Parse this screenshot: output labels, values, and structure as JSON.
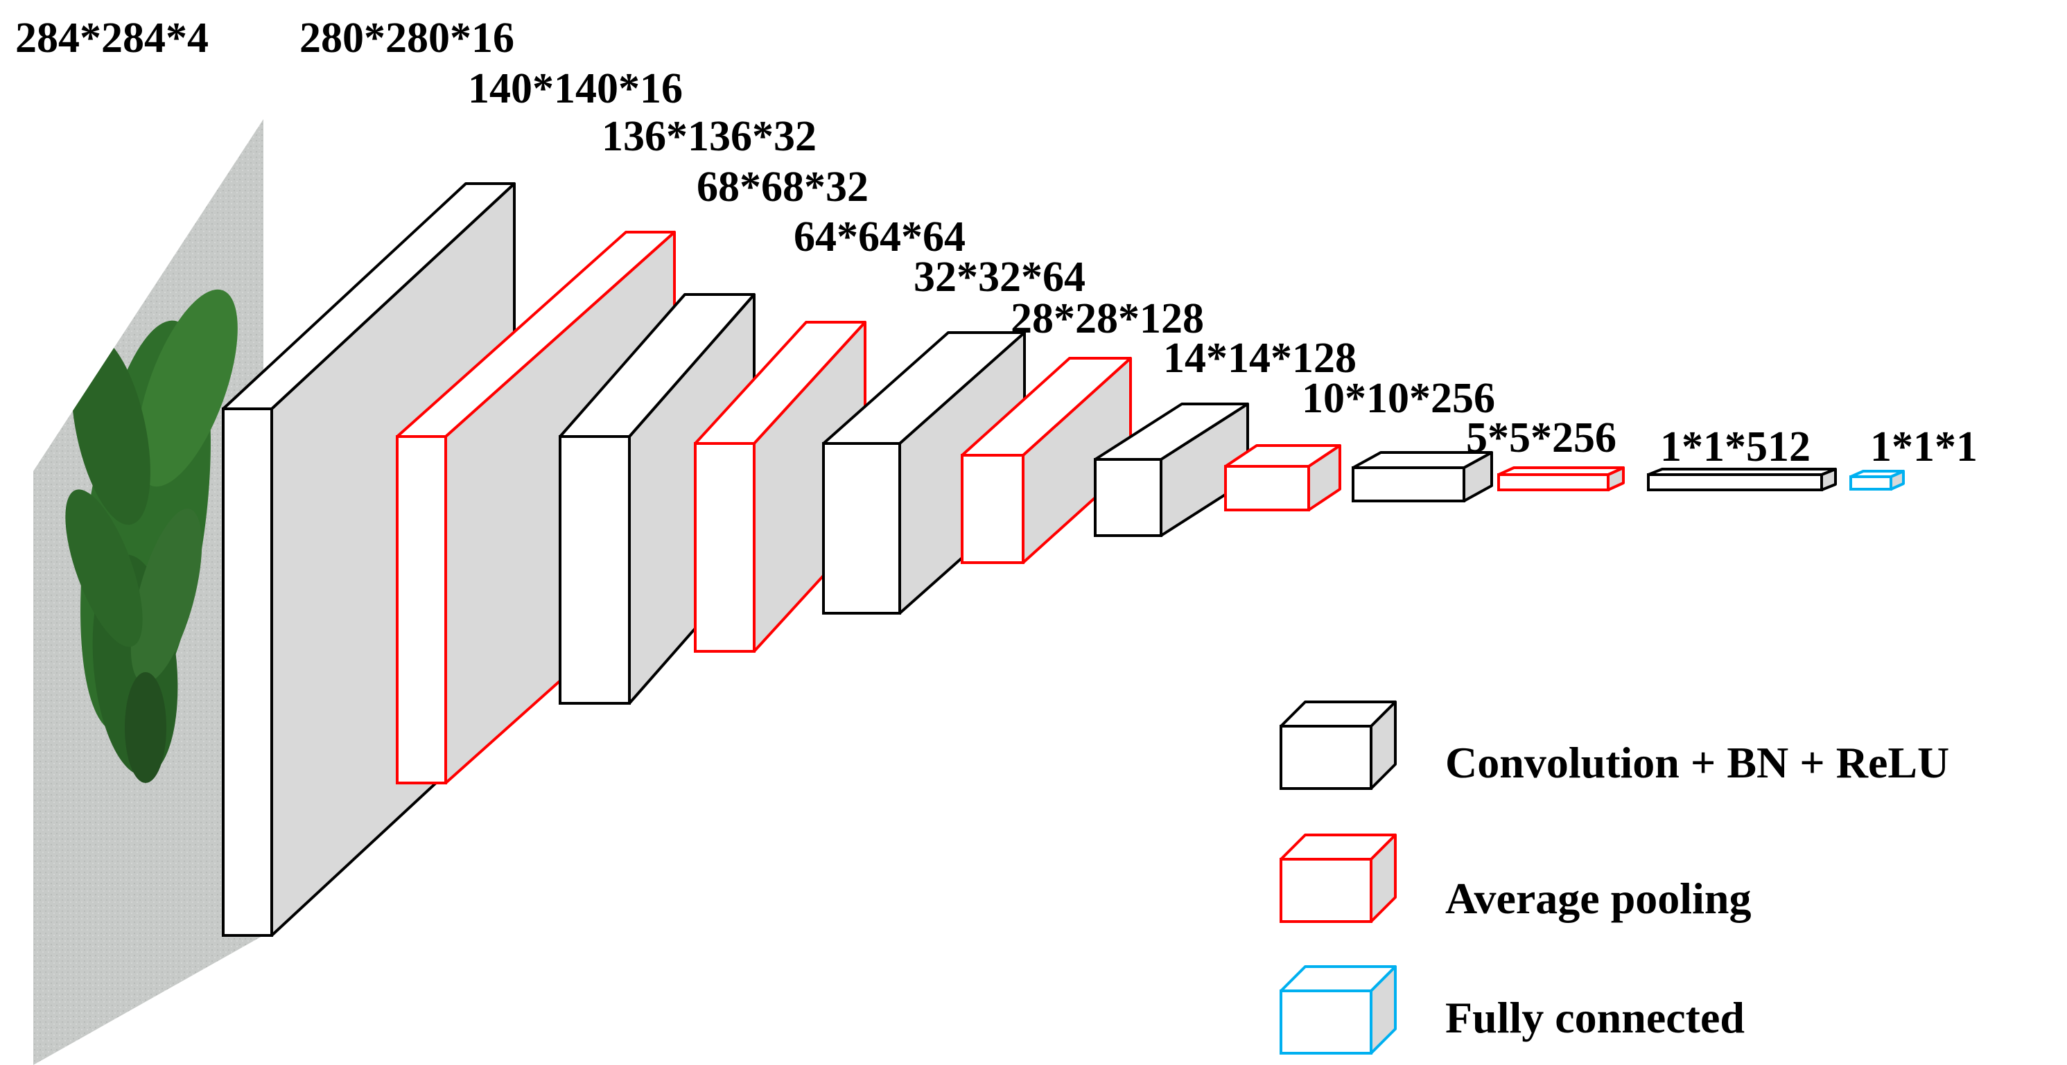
{
  "input_image": {
    "icon": "plant-photo-icon",
    "label": "284*284*4"
  },
  "layers": [
    {
      "label": "280*280*16",
      "kind": "conv"
    },
    {
      "label": "140*140*16",
      "kind": "pool"
    },
    {
      "label": "136*136*32",
      "kind": "conv"
    },
    {
      "label": "68*68*32",
      "kind": "pool"
    },
    {
      "label": "64*64*64",
      "kind": "conv"
    },
    {
      "label": "32*32*64",
      "kind": "pool"
    },
    {
      "label": "28*28*128",
      "kind": "conv"
    },
    {
      "label": "14*14*128",
      "kind": "pool"
    },
    {
      "label": "10*10*256",
      "kind": "conv"
    },
    {
      "label": "5*5*256",
      "kind": "pool"
    },
    {
      "label": "1*1*512",
      "kind": "conv"
    },
    {
      "label": "1*1*1",
      "kind": "fc"
    }
  ],
  "legend": {
    "conv": "Convolution + BN + ReLU",
    "pool": "Average pooling",
    "fc": "Fully connected"
  },
  "colors": {
    "conv": "#000000",
    "pool": "#ff0000",
    "fc": "#00b0f0",
    "side_fill": "#d9d9d9",
    "image_bg": "#c8cbc9",
    "leaf": "#2d6b2a"
  }
}
